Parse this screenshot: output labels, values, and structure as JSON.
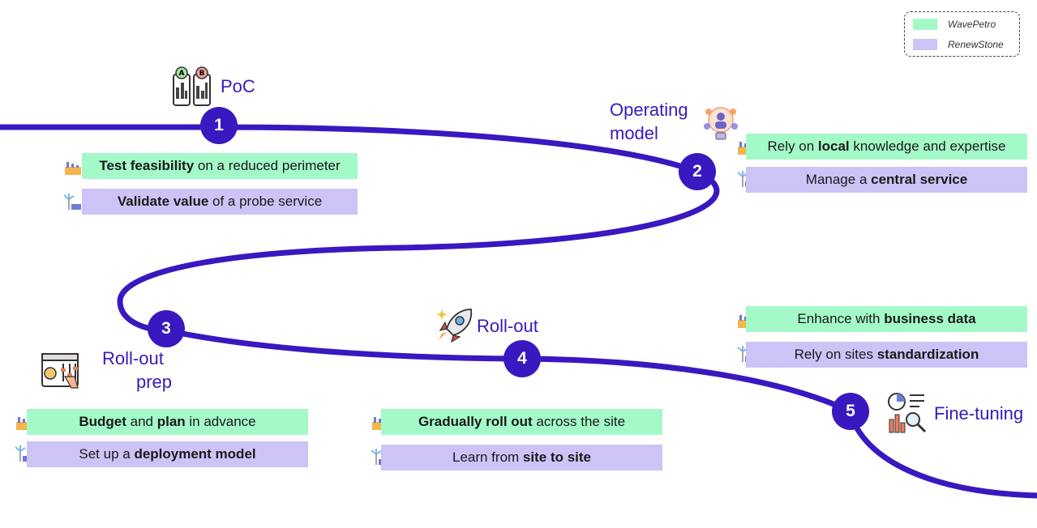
{
  "legend": {
    "items": [
      {
        "label": "WavePetro",
        "color": "#a4f9c8"
      },
      {
        "label": "RenewStone",
        "color": "#cdc3f6"
      }
    ]
  },
  "colors": {
    "road": "#3a18c0",
    "wavepetro": "#a4f9c8",
    "renewstone": "#cdc3f6"
  },
  "steps": [
    {
      "number": "1",
      "title": "PoC",
      "icon": "ab-test-phones-icon",
      "wavepetro": {
        "bold": "Test feasibility",
        "rest": " on a reduced perimeter"
      },
      "renewstone": {
        "bold": "Validate value",
        "rest": " of a probe service"
      }
    },
    {
      "number": "2",
      "title_lines": [
        "Operating",
        "model"
      ],
      "icon": "team-network-icon",
      "wavepetro": {
        "pre": "Rely on ",
        "bold": "local",
        "rest": " knowledge and expertise"
      },
      "renewstone": {
        "pre": "Manage a ",
        "bold": "central service"
      }
    },
    {
      "number": "3",
      "title_lines": [
        "Roll-out",
        "prep"
      ],
      "icon": "planning-board-icon",
      "wavepetro": {
        "bold1": "Budget",
        "mid": " and ",
        "bold2": "plan",
        "rest": " in advance"
      },
      "renewstone": {
        "pre": "Set up a ",
        "bold": "deployment model"
      }
    },
    {
      "number": "4",
      "title": "Roll-out",
      "icon": "rocket-icon",
      "wavepetro": {
        "bold": "Gradually roll out",
        "rest": " across the site"
      },
      "renewstone": {
        "pre": "Learn from ",
        "bold": "site to site"
      }
    },
    {
      "number": "5",
      "title": "Fine-tuning",
      "icon": "analytics-magnifier-icon",
      "wavepetro": {
        "pre": "Enhance with ",
        "bold": "business data"
      },
      "renewstone": {
        "pre": "Rely on sites ",
        "bold": "standardization"
      }
    }
  ],
  "tag_icons": {
    "wavepetro": "oil-refinery-icon",
    "renewstone": "wind-solar-icon"
  }
}
